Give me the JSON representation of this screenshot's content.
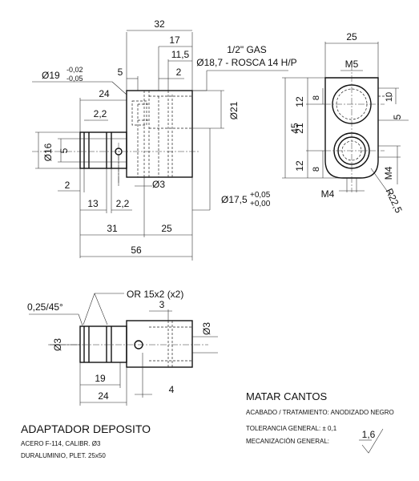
{
  "title_block": {
    "part_name": "ADAPTADOR DEPOSITO",
    "material_1": "ACERO F-114, CALIBR. Ø3",
    "material_2": "DURALUMINIO, PLET. 25x50"
  },
  "notes": {
    "heading": "MATAR CANTOS",
    "finish": "ACABADO / TRATAMIENTO: ANODIZADO NEGRO",
    "tolerance": "TOLERANCIA GENERAL: ± 0,1",
    "machining": "MECANIZACIÓN GENERAL:",
    "roughness": "1,6"
  },
  "front_view": {
    "dims": {
      "d32": "32",
      "d17": "17",
      "d11_5": "11,5",
      "d5": "5",
      "d2_top": "2",
      "d24": "24",
      "d2_2_top": "2,2",
      "dia16": "Ø16",
      "d5_left": "5",
      "dia21": "Ø21",
      "dia3": "Ø3",
      "d2_bottom": "2",
      "d13": "13",
      "d2_2_bottom": "2,2",
      "d31": "31",
      "d25": "25",
      "d56": "56"
    },
    "dia19": "Ø19",
    "dia19_tol_upper": "-0,02",
    "dia19_tol_lower": "-0,05",
    "thread_line1": "1/2\" GAS",
    "thread_line2": "Ø18,7 - ROSCA 14 H/P",
    "dia17_5": "Ø17,5",
    "dia17_5_tol_upper": "+0,05",
    "dia17_5_tol_lower": "+0,00"
  },
  "side_view": {
    "dims": {
      "d25": "25",
      "m5": "M5",
      "d12_top": "12",
      "d8_top": "8",
      "d10": "10",
      "d45": "45",
      "d21": "21",
      "d5_right": "5",
      "d12_bottom": "12",
      "d8_bottom": "8",
      "m4_right": "M4",
      "m4_bottom": "M4",
      "r22_5": "R22,5"
    }
  },
  "pin_view": {
    "oring": "OR 15x2 (x2)",
    "chamfer": "0,25/45°",
    "dims": {
      "d3_top": "3",
      "dia3_right": "Ø3",
      "dia3_left": "Ø3",
      "d19": "19",
      "d24": "24",
      "d4": "4"
    }
  }
}
